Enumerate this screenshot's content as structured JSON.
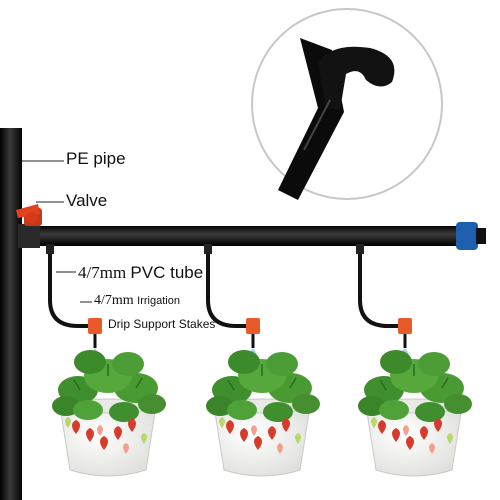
{
  "labels": {
    "pe_pipe": "PE pipe",
    "valve": "Valve",
    "pvc_size": "4/7mm",
    "pvc_tube": "PVC tube",
    "irrigation_size": "4/7mm",
    "irrigation": "Irrigation",
    "drip_stakes": "Drip Support Stakes"
  },
  "colors": {
    "pipe": "#141414",
    "valve": "#e2431f",
    "end_cap": "#1f5fb0",
    "emitter": "#e85a2a",
    "pot": "#f2f2f0",
    "leaf": "#3f8f2f",
    "strawberry": "#d63b2b"
  },
  "icons": {
    "inset": "stake-hook-closeup",
    "plant": "strawberry-plant-icon"
  }
}
